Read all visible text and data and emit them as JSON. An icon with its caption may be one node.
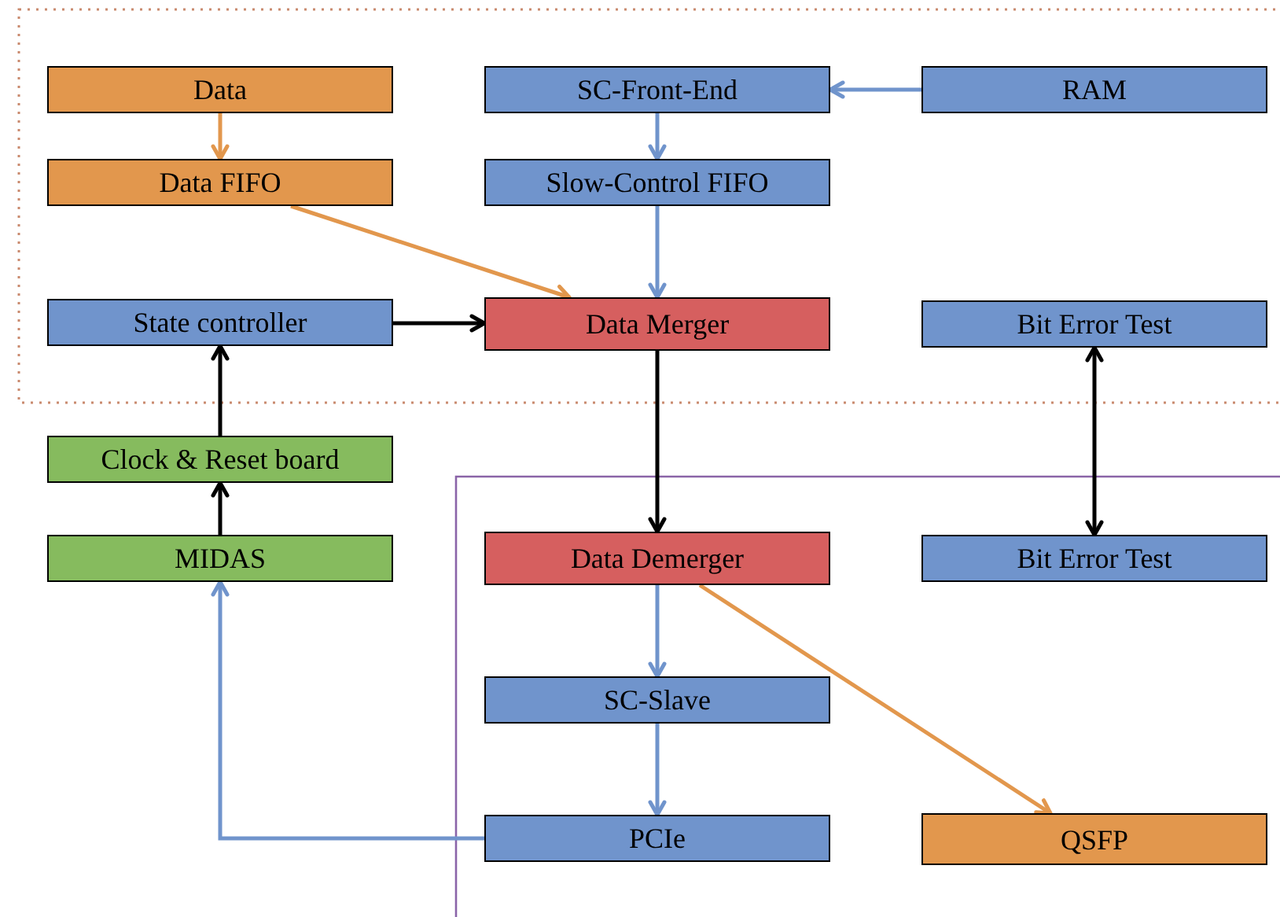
{
  "diagram": {
    "nodes": [
      {
        "text": [
          "Data"
        ]
      },
      {
        "text": [
          "Data FIFO"
        ]
      },
      {
        "text": [
          "SC-Front-End"
        ]
      },
      {
        "text": [
          "RAM"
        ]
      },
      {
        "text": [
          "Slow-Control FIFO"
        ]
      },
      {
        "text": [
          "State controller"
        ]
      },
      {
        "text": [
          "Data Merger"
        ]
      },
      {
        "text": [
          "Bit Error Test"
        ]
      },
      {
        "text": [
          "Clock & Reset board"
        ]
      },
      {
        "text": [
          "MIDAS"
        ]
      },
      {
        "text": [
          "Data Demerger"
        ]
      },
      {
        "text": [
          "Bit Error Test"
        ]
      },
      {
        "text": [
          "SC-Slave"
        ]
      },
      {
        "text": [
          "PCIe"
        ]
      },
      {
        "text": [
          "QSFP"
        ]
      }
    ],
    "edges": [
      {
        "from": 0,
        "to": 1,
        "arrow": "to",
        "color": "#e2974d"
      },
      {
        "from": 3,
        "to": 2,
        "arrow": "to"
      },
      {
        "from": 2,
        "to": 4,
        "arrow": "to"
      },
      {
        "from": 1,
        "to": 6,
        "arrow": "to",
        "color": "#e2974d"
      },
      {
        "from": 4,
        "to": 6,
        "arrow": "to"
      },
      {
        "from": 5,
        "to": 6,
        "arrow": "to",
        "color": "#000000"
      },
      {
        "from": 6,
        "to": 10,
        "arrow": "to",
        "color": "#000000"
      },
      {
        "from": 7,
        "to": 11,
        "arrow": "both",
        "color": "#000000"
      },
      {
        "from": 8,
        "to": 5,
        "arrow": "to",
        "color": "#000000"
      },
      {
        "from": 9,
        "to": 8,
        "arrow": "to",
        "color": "#000000"
      },
      {
        "from": 10,
        "to": 12,
        "arrow": "to"
      },
      {
        "from": 12,
        "to": 13,
        "arrow": "to"
      },
      {
        "from": 10,
        "to": 14,
        "arrow": "to",
        "color": "#e2974d"
      },
      {
        "from": 13,
        "to": 9,
        "arrow": "to"
      }
    ]
  }
}
